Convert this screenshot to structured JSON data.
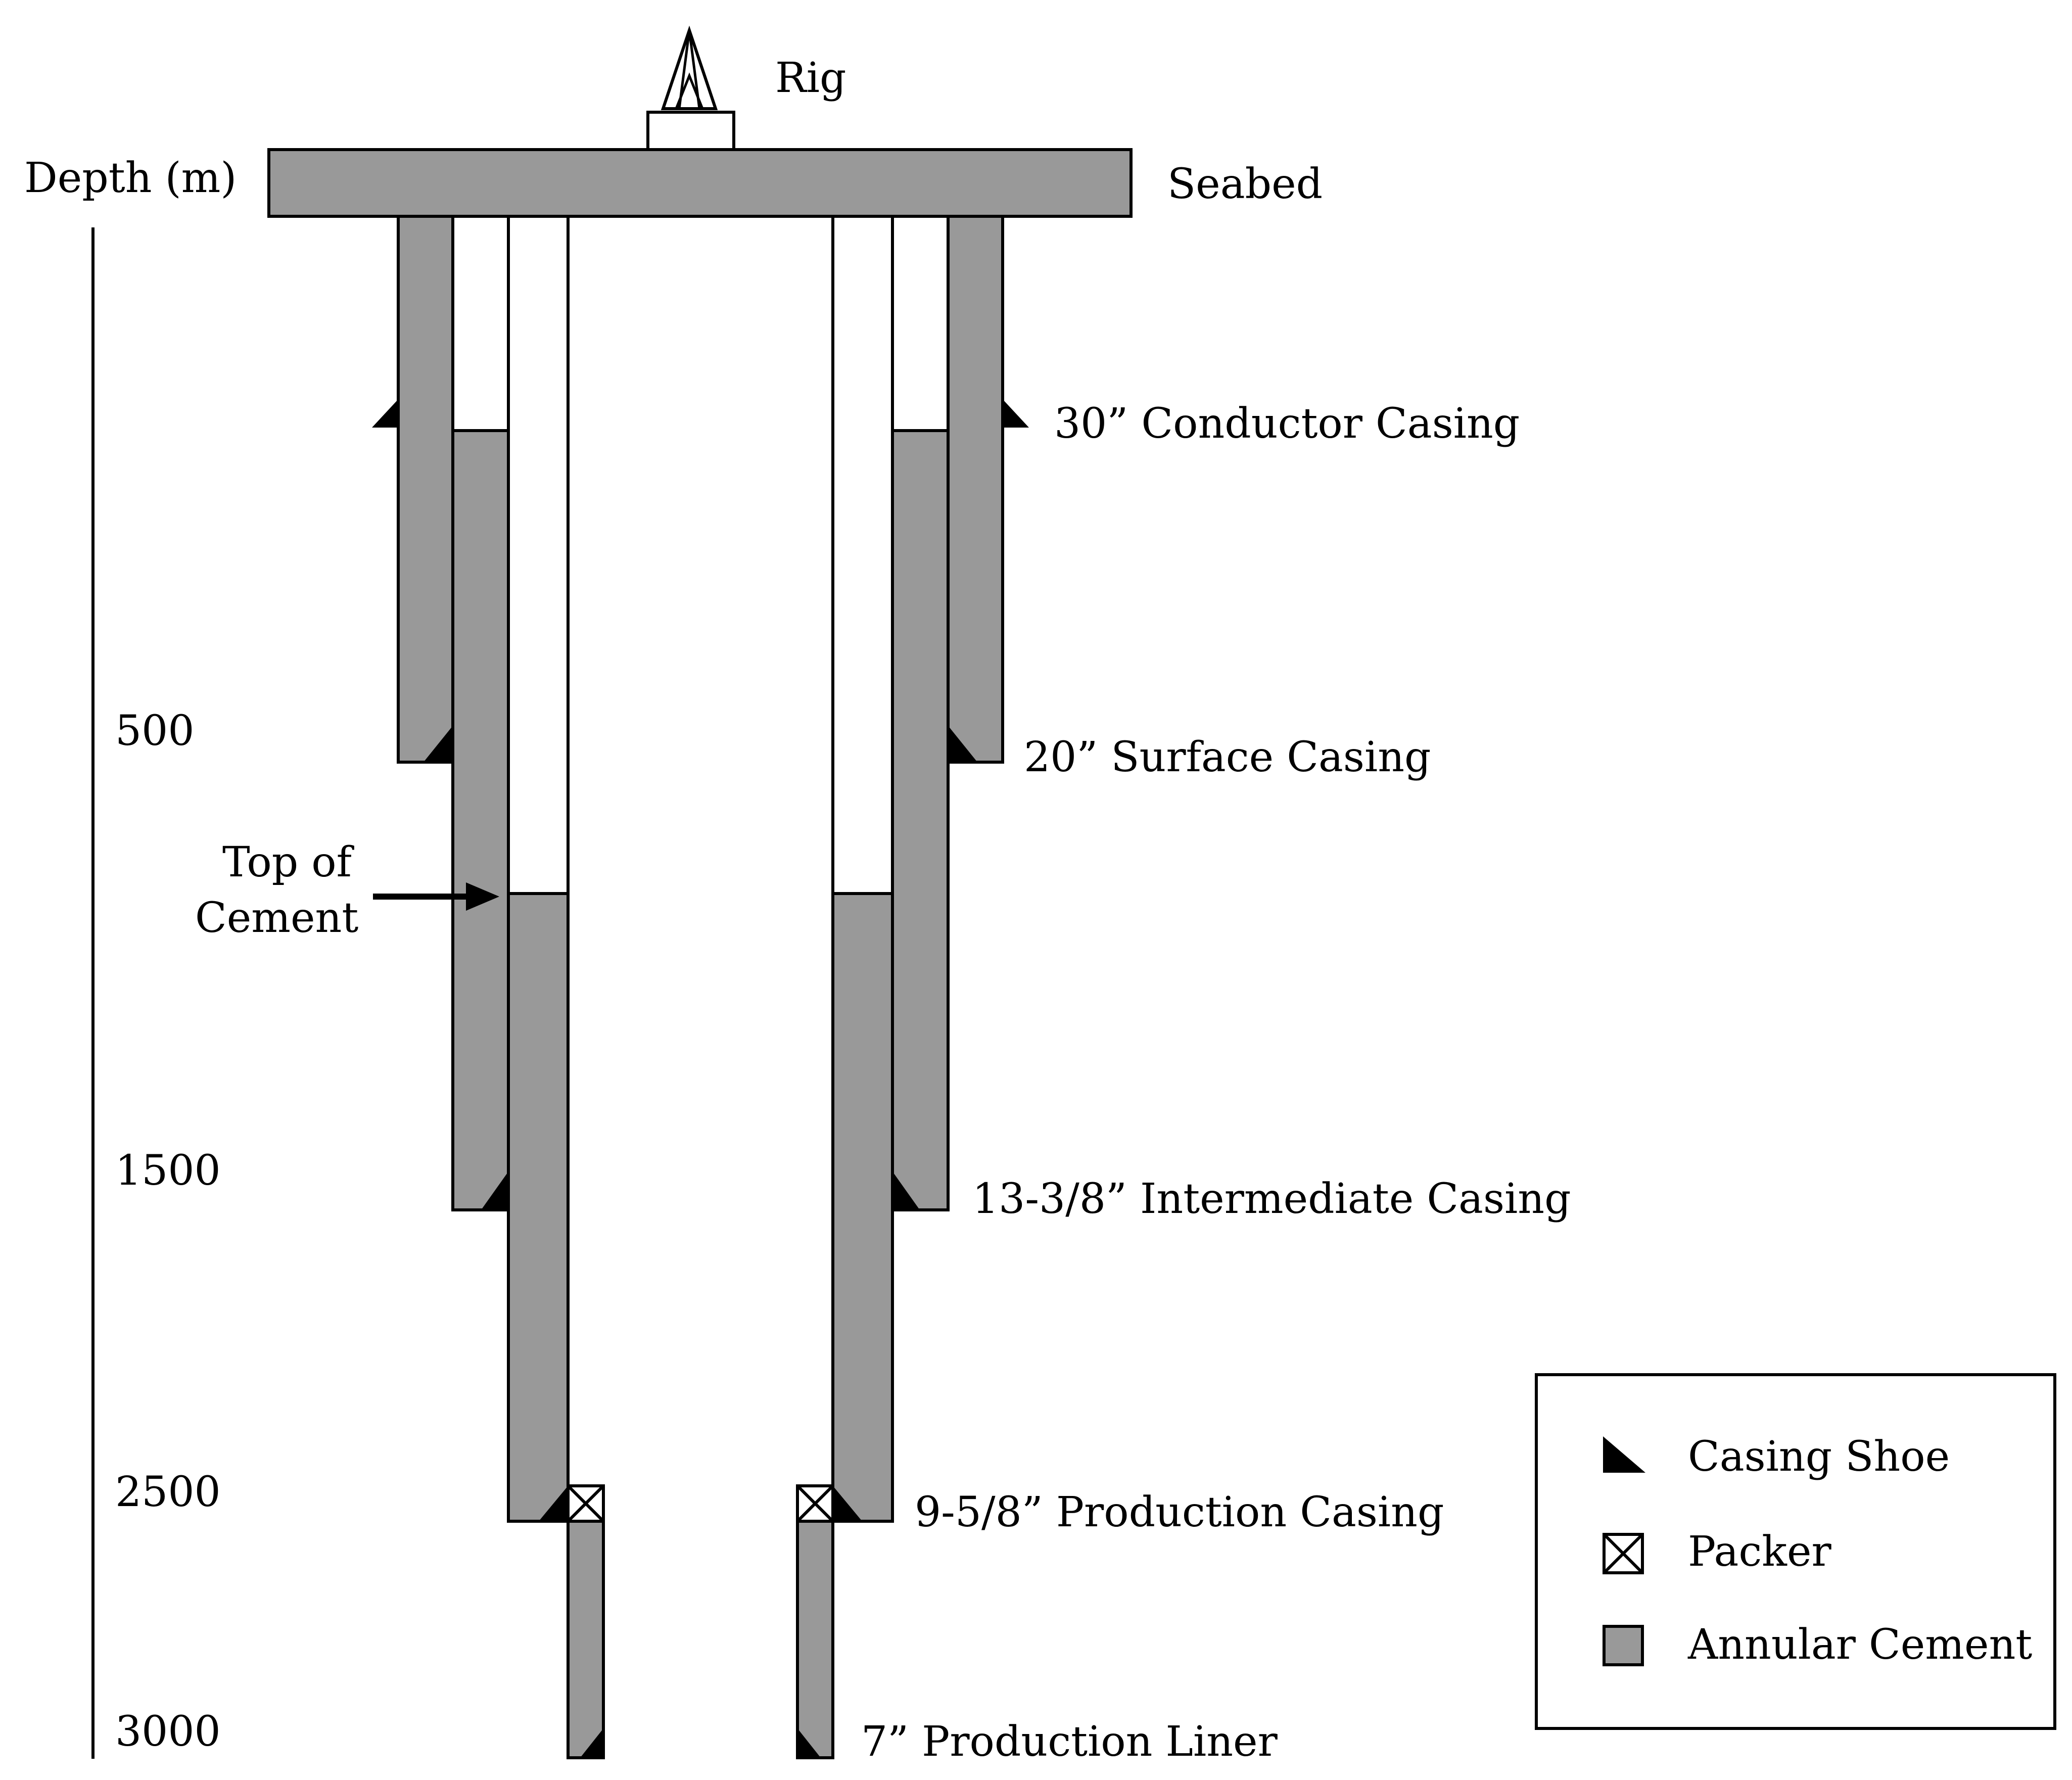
{
  "rig": {
    "label": "Rig"
  },
  "seabed": {
    "label": "Seabed"
  },
  "depth_axis": {
    "title": "Depth (m)",
    "ticks": [
      "500",
      "1500",
      "2500",
      "3000"
    ]
  },
  "annotations": {
    "top_of_cement_line1": "Top of",
    "top_of_cement_line2": "Cement"
  },
  "casings": [
    {
      "label": "30” Conductor Casing"
    },
    {
      "label": "20” Surface Casing"
    },
    {
      "label": "13-3/8” Intermediate Casing"
    },
    {
      "label": "9-5/8” Production Casing"
    },
    {
      "label": "7” Production Liner"
    }
  ],
  "legend": {
    "items": [
      {
        "label": "Casing Shoe",
        "icon": "casing-shoe-icon"
      },
      {
        "label": "Packer",
        "icon": "packer-icon"
      },
      {
        "label": "Annular Cement",
        "icon": "annular-cement-icon"
      }
    ]
  },
  "colors": {
    "cement": "#999999",
    "seabed": "#999999",
    "line": "#000000"
  }
}
